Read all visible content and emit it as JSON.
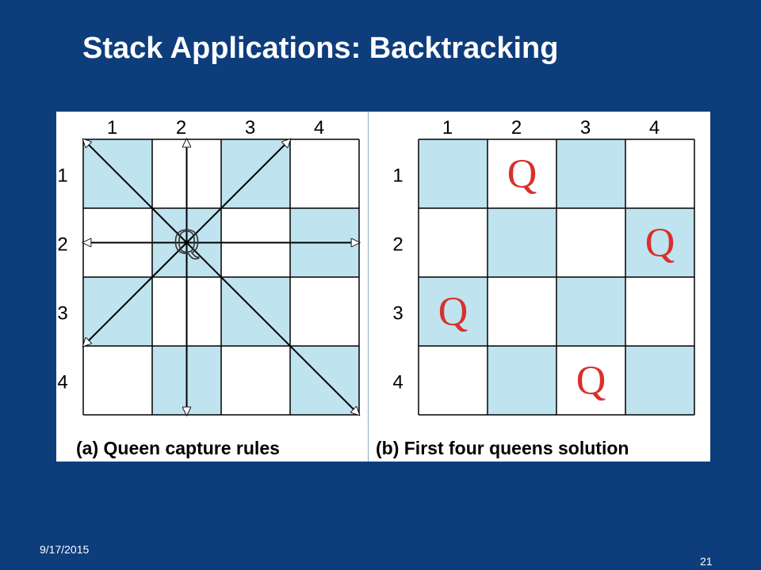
{
  "slide": {
    "title": "Stack Applications: Backtracking",
    "date": "9/17/2015",
    "page_number": "21"
  },
  "panels": [
    {
      "caption": "(a) Queen capture rules",
      "column_labels": [
        "1",
        "2",
        "3",
        "4"
      ],
      "row_labels": [
        "1",
        "2",
        "3",
        "4"
      ],
      "queen": {
        "row": 2,
        "col": 2,
        "glyph": "Q"
      },
      "arrow_directions": [
        "up",
        "down",
        "left",
        "right",
        "up-left",
        "up-right",
        "down-left",
        "down-right"
      ]
    },
    {
      "caption": "(b) First four queens solution",
      "column_labels": [
        "1",
        "2",
        "3",
        "4"
      ],
      "row_labels": [
        "1",
        "2",
        "3",
        "4"
      ],
      "queens": [
        {
          "row": 1,
          "col": 2,
          "glyph": "Q"
        },
        {
          "row": 2,
          "col": 4,
          "glyph": "Q"
        },
        {
          "row": 3,
          "col": 1,
          "glyph": "Q"
        },
        {
          "row": 4,
          "col": 3,
          "glyph": "Q"
        }
      ]
    }
  ],
  "colors": {
    "background": "#0e3d7c",
    "shaded_square": "#bfe3ef",
    "queen": "#d9302c"
  }
}
